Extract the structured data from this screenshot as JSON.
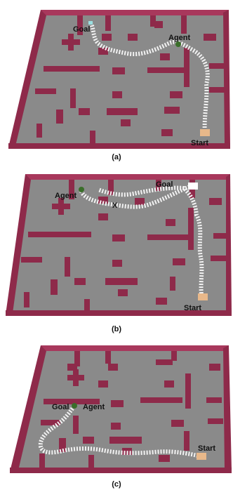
{
  "panels": [
    {
      "caption": "(a)",
      "labels": {
        "goal": "Goal",
        "agent": "Agent",
        "start": "Start"
      }
    },
    {
      "caption": "(b)",
      "labels": {
        "goal": "Goal",
        "agent": "Agent",
        "start": "Start",
        "x": "X"
      }
    },
    {
      "caption": "(c)",
      "labels": {
        "goal": "Goal",
        "agent": "Agent",
        "start": "Start"
      }
    }
  ],
  "colors": {
    "floor": "#8a8a8a",
    "wall": "#8e2a4a",
    "wall_top": "#a8385c",
    "path": "#eeeeee",
    "start_marker": "#e8b88a",
    "agent_marker": "#3a6e2a",
    "goal_marker": "#9adfe0"
  }
}
